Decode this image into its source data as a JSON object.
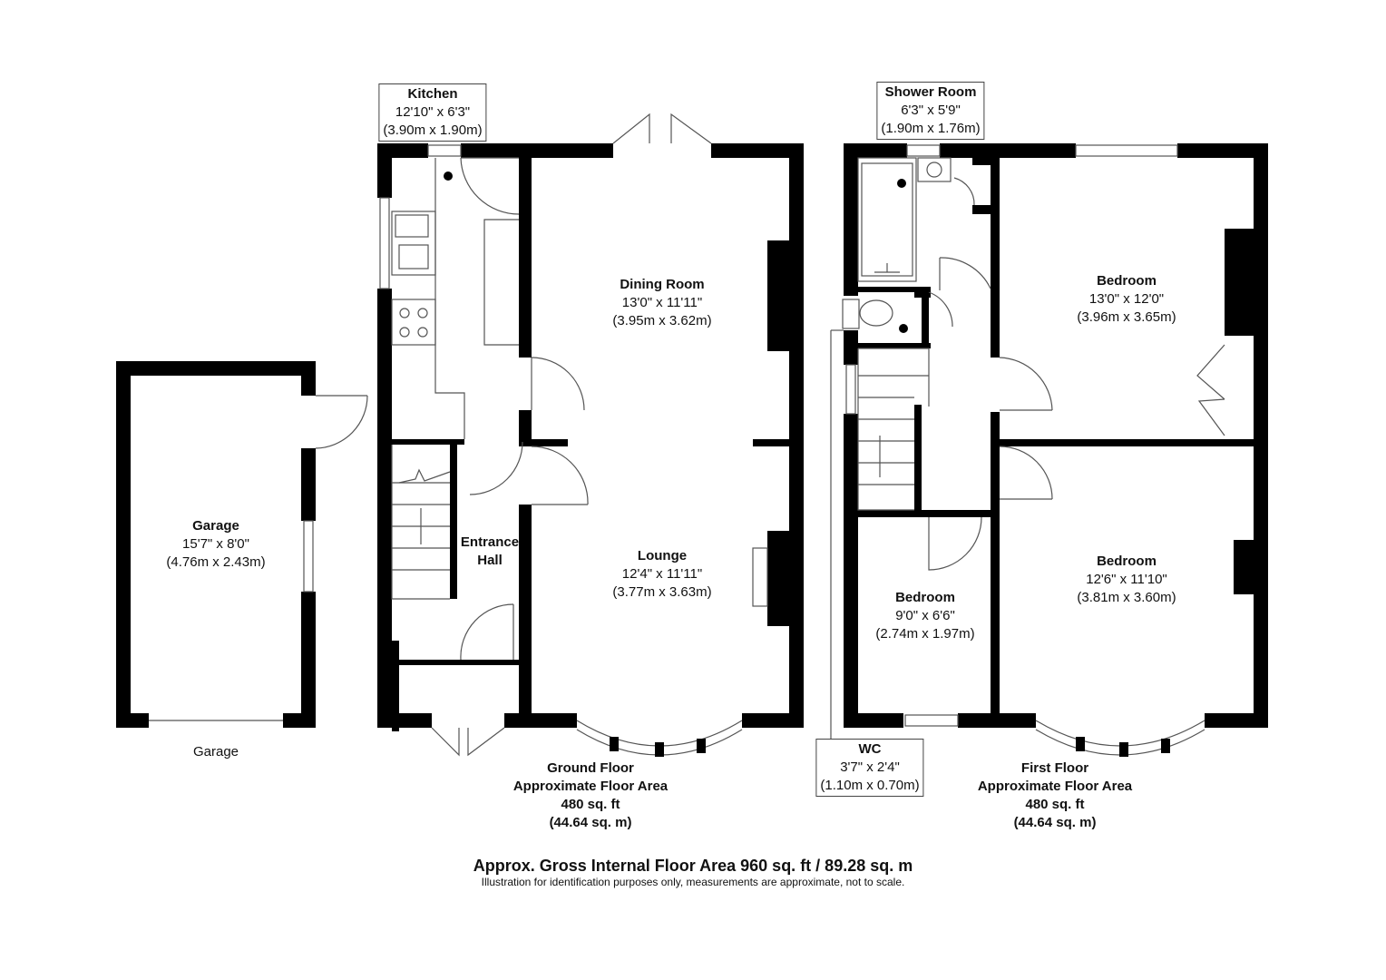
{
  "rooms": {
    "kitchen": {
      "name": "Kitchen",
      "imperial": "12'10\" x 6'3\"",
      "metric": "(3.90m x 1.90m)"
    },
    "dining": {
      "name": "Dining Room",
      "imperial": "13'0\" x 11'11\"",
      "metric": "(3.95m x 3.62m)"
    },
    "lounge": {
      "name": "Lounge",
      "imperial": "12'4\" x 11'11\"",
      "metric": "(3.77m x 3.63m)"
    },
    "hall": {
      "name_line1": "Entrance",
      "name_line2": "Hall"
    },
    "garage": {
      "name": "Garage",
      "imperial": "15'7\" x 8'0\"",
      "metric": "(4.76m x 2.43m)"
    },
    "shower": {
      "name": "Shower Room",
      "imperial": "6'3\" x 5'9\"",
      "metric": "(1.90m x 1.76m)"
    },
    "bed1": {
      "name": "Bedroom",
      "imperial": "13'0\" x 12'0\"",
      "metric": "(3.96m x 3.65m)"
    },
    "bed2": {
      "name": "Bedroom",
      "imperial": "12'6\" x 11'10\"",
      "metric": "(3.81m x 3.60m)"
    },
    "bed3": {
      "name": "Bedroom",
      "imperial": "9'0\" x 6'6\"",
      "metric": "(2.74m x 1.97m)"
    },
    "wc": {
      "name": "WC",
      "imperial": "3'7\" x 2'4\"",
      "metric": "(1.10m x 0.70m)"
    }
  },
  "garage_caption": "Garage",
  "ground_floor": {
    "line1": "Ground Floor",
    "line2": "Approximate Floor Area",
    "line3": "480 sq. ft",
    "line4": "(44.64 sq. m)"
  },
  "first_floor": {
    "line1": "First Floor",
    "line2": "Approximate Floor Area",
    "line3": "480 sq. ft",
    "line4": "(44.64 sq. m)"
  },
  "total_area": "Approx. Gross Internal Floor Area 960 sq. ft / 89.28 sq. m",
  "disclaimer": "Illustration for identification purposes only, measurements are approximate, not to scale.",
  "colors": {
    "wall": "#000000",
    "fixture": "#555555",
    "background": "#ffffff"
  }
}
